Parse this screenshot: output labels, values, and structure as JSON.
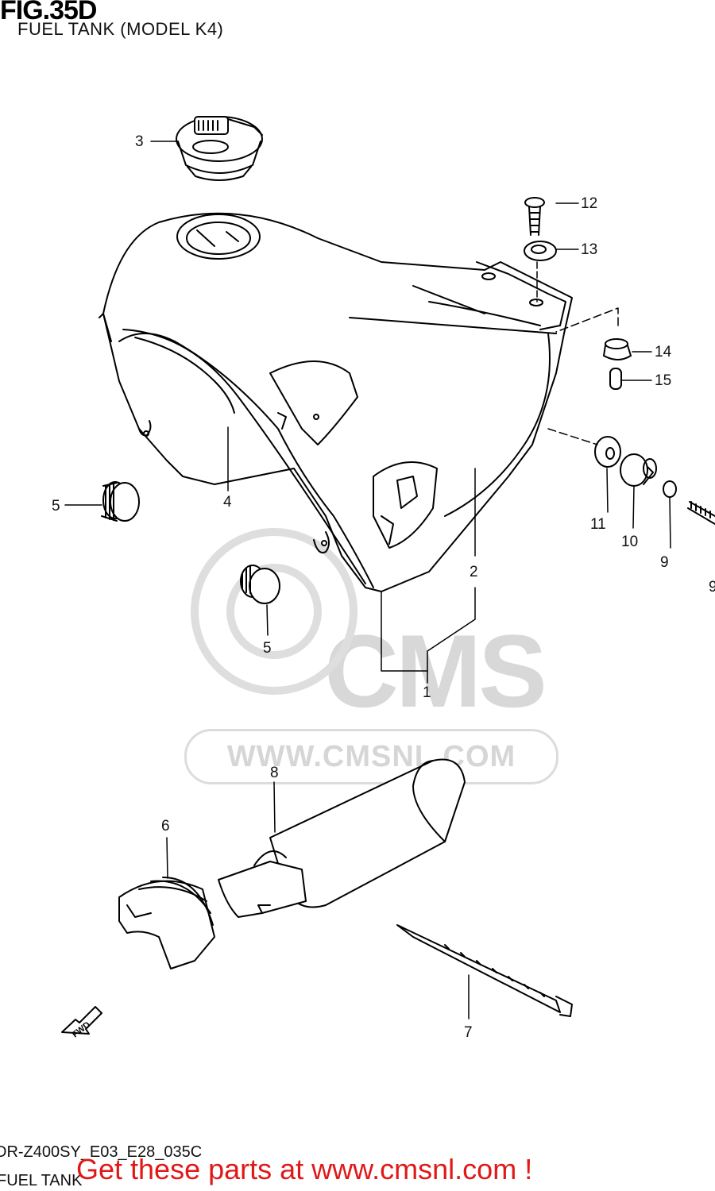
{
  "figure": {
    "title": "FIG.35D",
    "subtitle": "FUEL TANK (MODEL K4)"
  },
  "watermark": {
    "brand": "CMS",
    "url": "WWW.CMSNL.COM"
  },
  "callouts": [
    {
      "id": "1",
      "text": "1"
    },
    {
      "id": "2",
      "text": "2"
    },
    {
      "id": "3",
      "text": "3"
    },
    {
      "id": "4",
      "text": "4"
    },
    {
      "id": "5a",
      "text": "5"
    },
    {
      "id": "5b",
      "text": "5"
    },
    {
      "id": "6",
      "text": "6"
    },
    {
      "id": "7",
      "text": "7"
    },
    {
      "id": "8",
      "text": "8"
    },
    {
      "id": "9",
      "text": "9"
    },
    {
      "id": "10",
      "text": "10"
    },
    {
      "id": "11",
      "text": "11"
    },
    {
      "id": "12",
      "text": "12"
    },
    {
      "id": "13",
      "text": "13"
    },
    {
      "id": "14",
      "text": "14"
    },
    {
      "id": "15",
      "text": "15"
    },
    {
      "id": "16",
      "text": "16"
    }
  ],
  "direction_arrow": {
    "label": "FWD"
  },
  "footer": {
    "reference_code": "DR-Z400SY_E03_E28_035C",
    "reference_name": "FUEL TANK",
    "promo_text": "Get these parts at www.cmsnl.com !",
    "promo_color": "#e01818"
  }
}
